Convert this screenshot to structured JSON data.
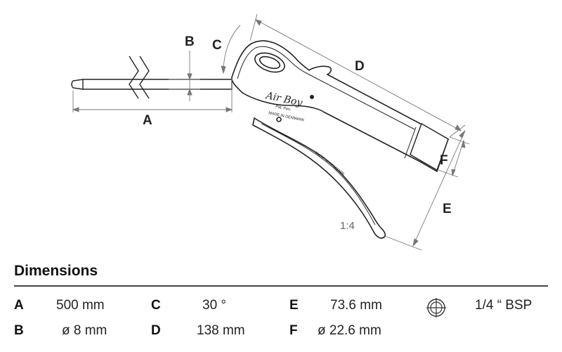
{
  "drawing": {
    "labels": {
      "A": "A",
      "B": "B",
      "C": "C",
      "D": "D",
      "E": "E",
      "F": "F"
    },
    "ratio": "1:4",
    "logo": "Air Boy",
    "pat": "Pat. Pen.",
    "made_handle": "MADE IN DENMARK",
    "made_trigger": "MADE IN DENMARK"
  },
  "dimensions": {
    "title": "Dimensions",
    "rows": [
      [
        {
          "key": "A",
          "value": "500 mm"
        },
        {
          "key": "C",
          "value": "30 °"
        },
        {
          "key": "E",
          "value": "73.6 mm"
        },
        {
          "key": "",
          "value": "1/4 “ BSP",
          "icon": "thread-icon"
        }
      ],
      [
        {
          "key": "B",
          "value": "ø 8 mm"
        },
        {
          "key": "D",
          "value": "138 mm"
        },
        {
          "key": "F",
          "value": "ø 22.6 mm"
        }
      ]
    ]
  }
}
